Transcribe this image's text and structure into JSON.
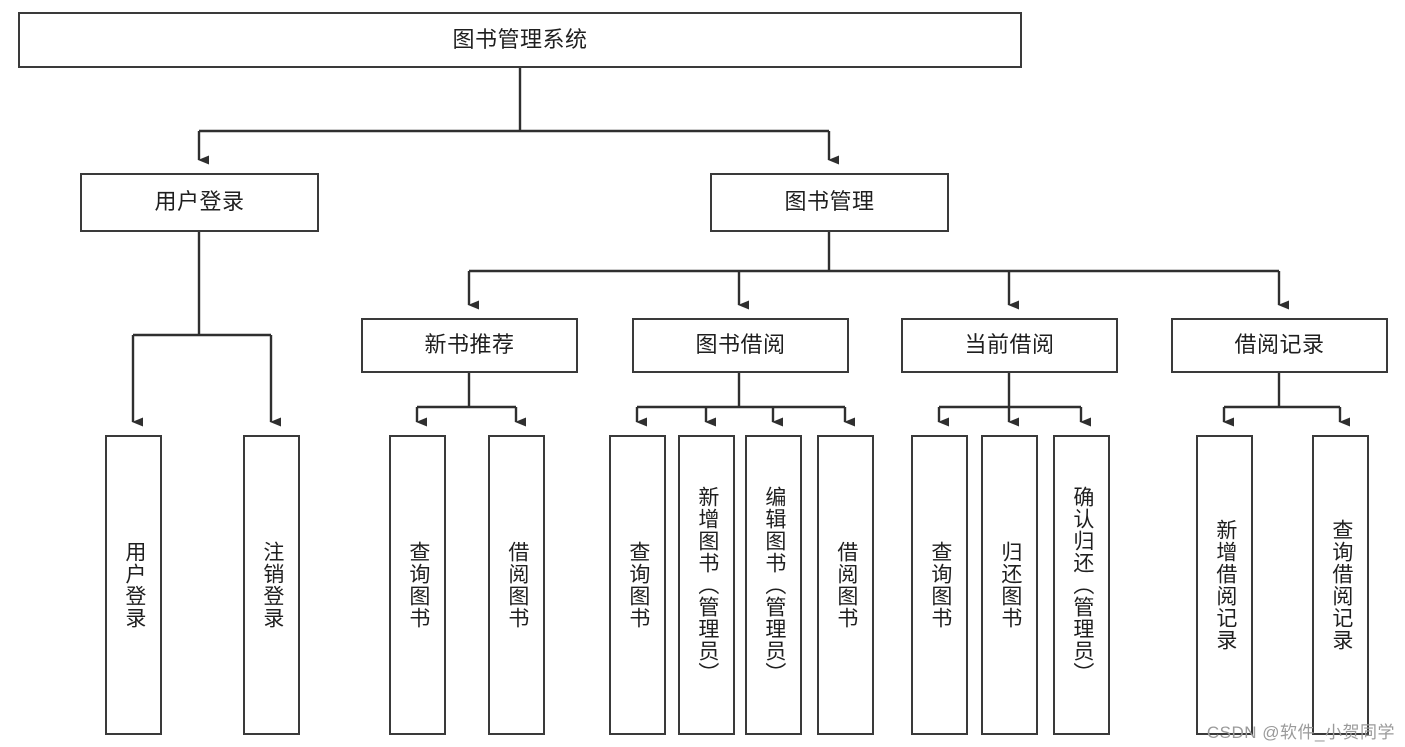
{
  "diagram": {
    "type": "tree-hierarchy",
    "title": "图书管理系统",
    "root": {
      "id": "root",
      "label": "图书管理系统",
      "orientation": "horizontal"
    },
    "level2": [
      {
        "id": "user-login",
        "label": "用户登录",
        "orientation": "horizontal"
      },
      {
        "id": "book-manage",
        "label": "图书管理",
        "orientation": "horizontal"
      }
    ],
    "level3": [
      {
        "id": "new-book-recommend",
        "label": "新书推荐",
        "orientation": "horizontal",
        "parent": "book-manage"
      },
      {
        "id": "book-borrow",
        "label": "图书借阅",
        "orientation": "horizontal",
        "parent": "book-manage"
      },
      {
        "id": "current-borrow",
        "label": "当前借阅",
        "orientation": "horizontal",
        "parent": "book-manage"
      },
      {
        "id": "borrow-record",
        "label": "借阅记录",
        "orientation": "horizontal",
        "parent": "book-manage"
      }
    ],
    "leaves": [
      {
        "id": "leaf-user-login",
        "label": "用户登录",
        "orientation": "vertical",
        "parent": "user-login"
      },
      {
        "id": "leaf-user-logout",
        "label": "注销登录",
        "orientation": "vertical",
        "parent": "user-login"
      },
      {
        "id": "leaf-query-book-1",
        "label": "查询图书",
        "orientation": "vertical",
        "parent": "new-book-recommend"
      },
      {
        "id": "leaf-borrow-book-1",
        "label": "借阅图书",
        "orientation": "vertical",
        "parent": "new-book-recommend"
      },
      {
        "id": "leaf-query-book-2",
        "label": "查询图书",
        "orientation": "vertical",
        "parent": "book-borrow"
      },
      {
        "id": "leaf-add-book",
        "label": "新增图书（管理员）",
        "orientation": "vertical",
        "parent": "book-borrow"
      },
      {
        "id": "leaf-edit-book",
        "label": "编辑图书（管理员）",
        "orientation": "vertical",
        "parent": "book-borrow"
      },
      {
        "id": "leaf-borrow-book-2",
        "label": "借阅图书",
        "orientation": "vertical",
        "parent": "book-borrow"
      },
      {
        "id": "leaf-query-book-3",
        "label": "查询图书",
        "orientation": "vertical",
        "parent": "current-borrow"
      },
      {
        "id": "leaf-return-book",
        "label": "归还图书",
        "orientation": "vertical",
        "parent": "current-borrow"
      },
      {
        "id": "leaf-confirm-return",
        "label": "确认归还（管理员）",
        "orientation": "vertical",
        "parent": "current-borrow"
      },
      {
        "id": "leaf-add-record",
        "label": "新增借阅记录",
        "orientation": "vertical",
        "parent": "borrow-record"
      },
      {
        "id": "leaf-query-record",
        "label": "查询借阅记录",
        "orientation": "vertical",
        "parent": "borrow-record"
      }
    ],
    "watermark": "CSDN @软件_小贺同学",
    "colors": {
      "stroke": "#3a3a3a",
      "background": "#ffffff",
      "text": "#1f1f1f",
      "watermark": "#9a9a9a"
    }
  }
}
